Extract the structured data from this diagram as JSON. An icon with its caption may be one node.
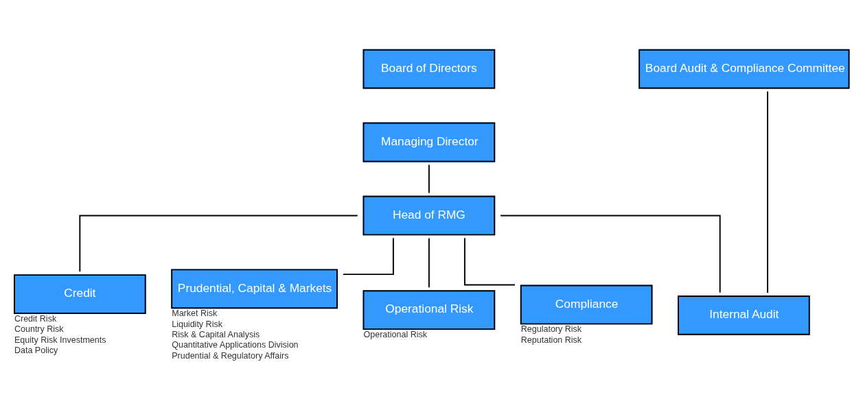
{
  "diagram": {
    "nodes": [
      {
        "text": [
          "Board of Directors"
        ]
      },
      {
        "text": [
          "Managing Director"
        ]
      },
      {
        "text": [
          "Head of RMG"
        ]
      },
      {
        "text": [
          "Board Audit & Compliance Committee"
        ]
      },
      {
        "text": [
          "Credit"
        ],
        "beside": [
          "Credit Risk",
          "Country Risk",
          "Equity Risk Investments",
          "Data Policy"
        ]
      },
      {
        "text": [
          "Prudential, Capital & Markets"
        ],
        "beside": [
          "Market Risk",
          "Liquidity Risk",
          "Risk & Capital Analysis",
          "Quantitative Applications Division",
          "Prudential & Regulatory Affairs"
        ]
      },
      {
        "text": [
          "Operational Risk"
        ],
        "beside": [
          "Operational Risk"
        ]
      },
      {
        "text": [
          "Compliance"
        ],
        "beside": [
          "Regulatory Risk",
          "Reputation Risk"
        ]
      },
      {
        "text": [
          "Internal Audit"
        ]
      }
    ],
    "edges": [
      {
        "from": 1,
        "to": 2,
        "arrow": "none"
      },
      {
        "from": 2,
        "to": 4,
        "arrow": "none"
      },
      {
        "from": 2,
        "to": 5,
        "arrow": "none"
      },
      {
        "from": 2,
        "to": 6,
        "arrow": "none"
      },
      {
        "from": 2,
        "to": 7,
        "arrow": "none"
      },
      {
        "from": 2,
        "to": 8,
        "arrow": "none"
      },
      {
        "from": 3,
        "to": 8,
        "arrow": "none"
      }
    ]
  }
}
